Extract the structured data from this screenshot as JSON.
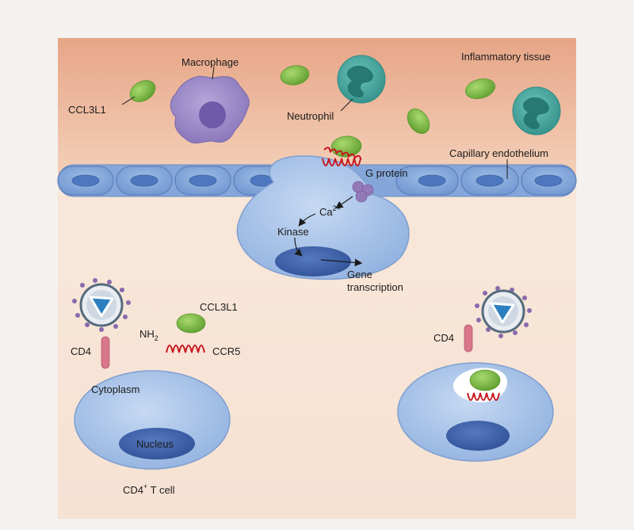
{
  "labels": {
    "macrophage": "Macrophage",
    "inflammatory_tissue": "Inflammatory tissue",
    "ccl3l1_top": "CCL3L1",
    "neutrophil": "Neutrophil",
    "capillary_endothelium": "Capillary endothelium",
    "g_protein": "G protein",
    "calcium": "Ca",
    "calcium_charge": "2+",
    "kinase": "Kinase",
    "gene_transcription_line1": "Gene",
    "gene_transcription_line2": "transcription",
    "ccl3l1_receptor": "CCL3L1",
    "nh2_base": "NH",
    "nh2_sub": "2",
    "cd4_left": "CD4",
    "ccr5": "CCR5",
    "cytoplasm": "Cytoplasm",
    "nucleus": "Nucleus",
    "cd4_t_cell_prefix": "CD4",
    "cd4_t_cell_sup": "+",
    "cd4_t_cell_suffix": " T cell",
    "cd4_right": "CD4"
  },
  "colors": {
    "background": "#f4f1ee",
    "tissue_top": "#e9a98b",
    "tissue_bottom": "#f5d9c6",
    "plasma": "#f7e8db",
    "cell_body": "#a9c5e8",
    "cell_outline": "#7e9fd0",
    "nucleus": "#3f63aa",
    "chemokine": "#79bb46",
    "receptor": "#c8161d",
    "cd4": "#d8768a",
    "macrophage": "#9482c4",
    "neutrophil": "#4fa7a1",
    "g_protein": "#9479b8",
    "virus_core": "#2d7fbf"
  }
}
